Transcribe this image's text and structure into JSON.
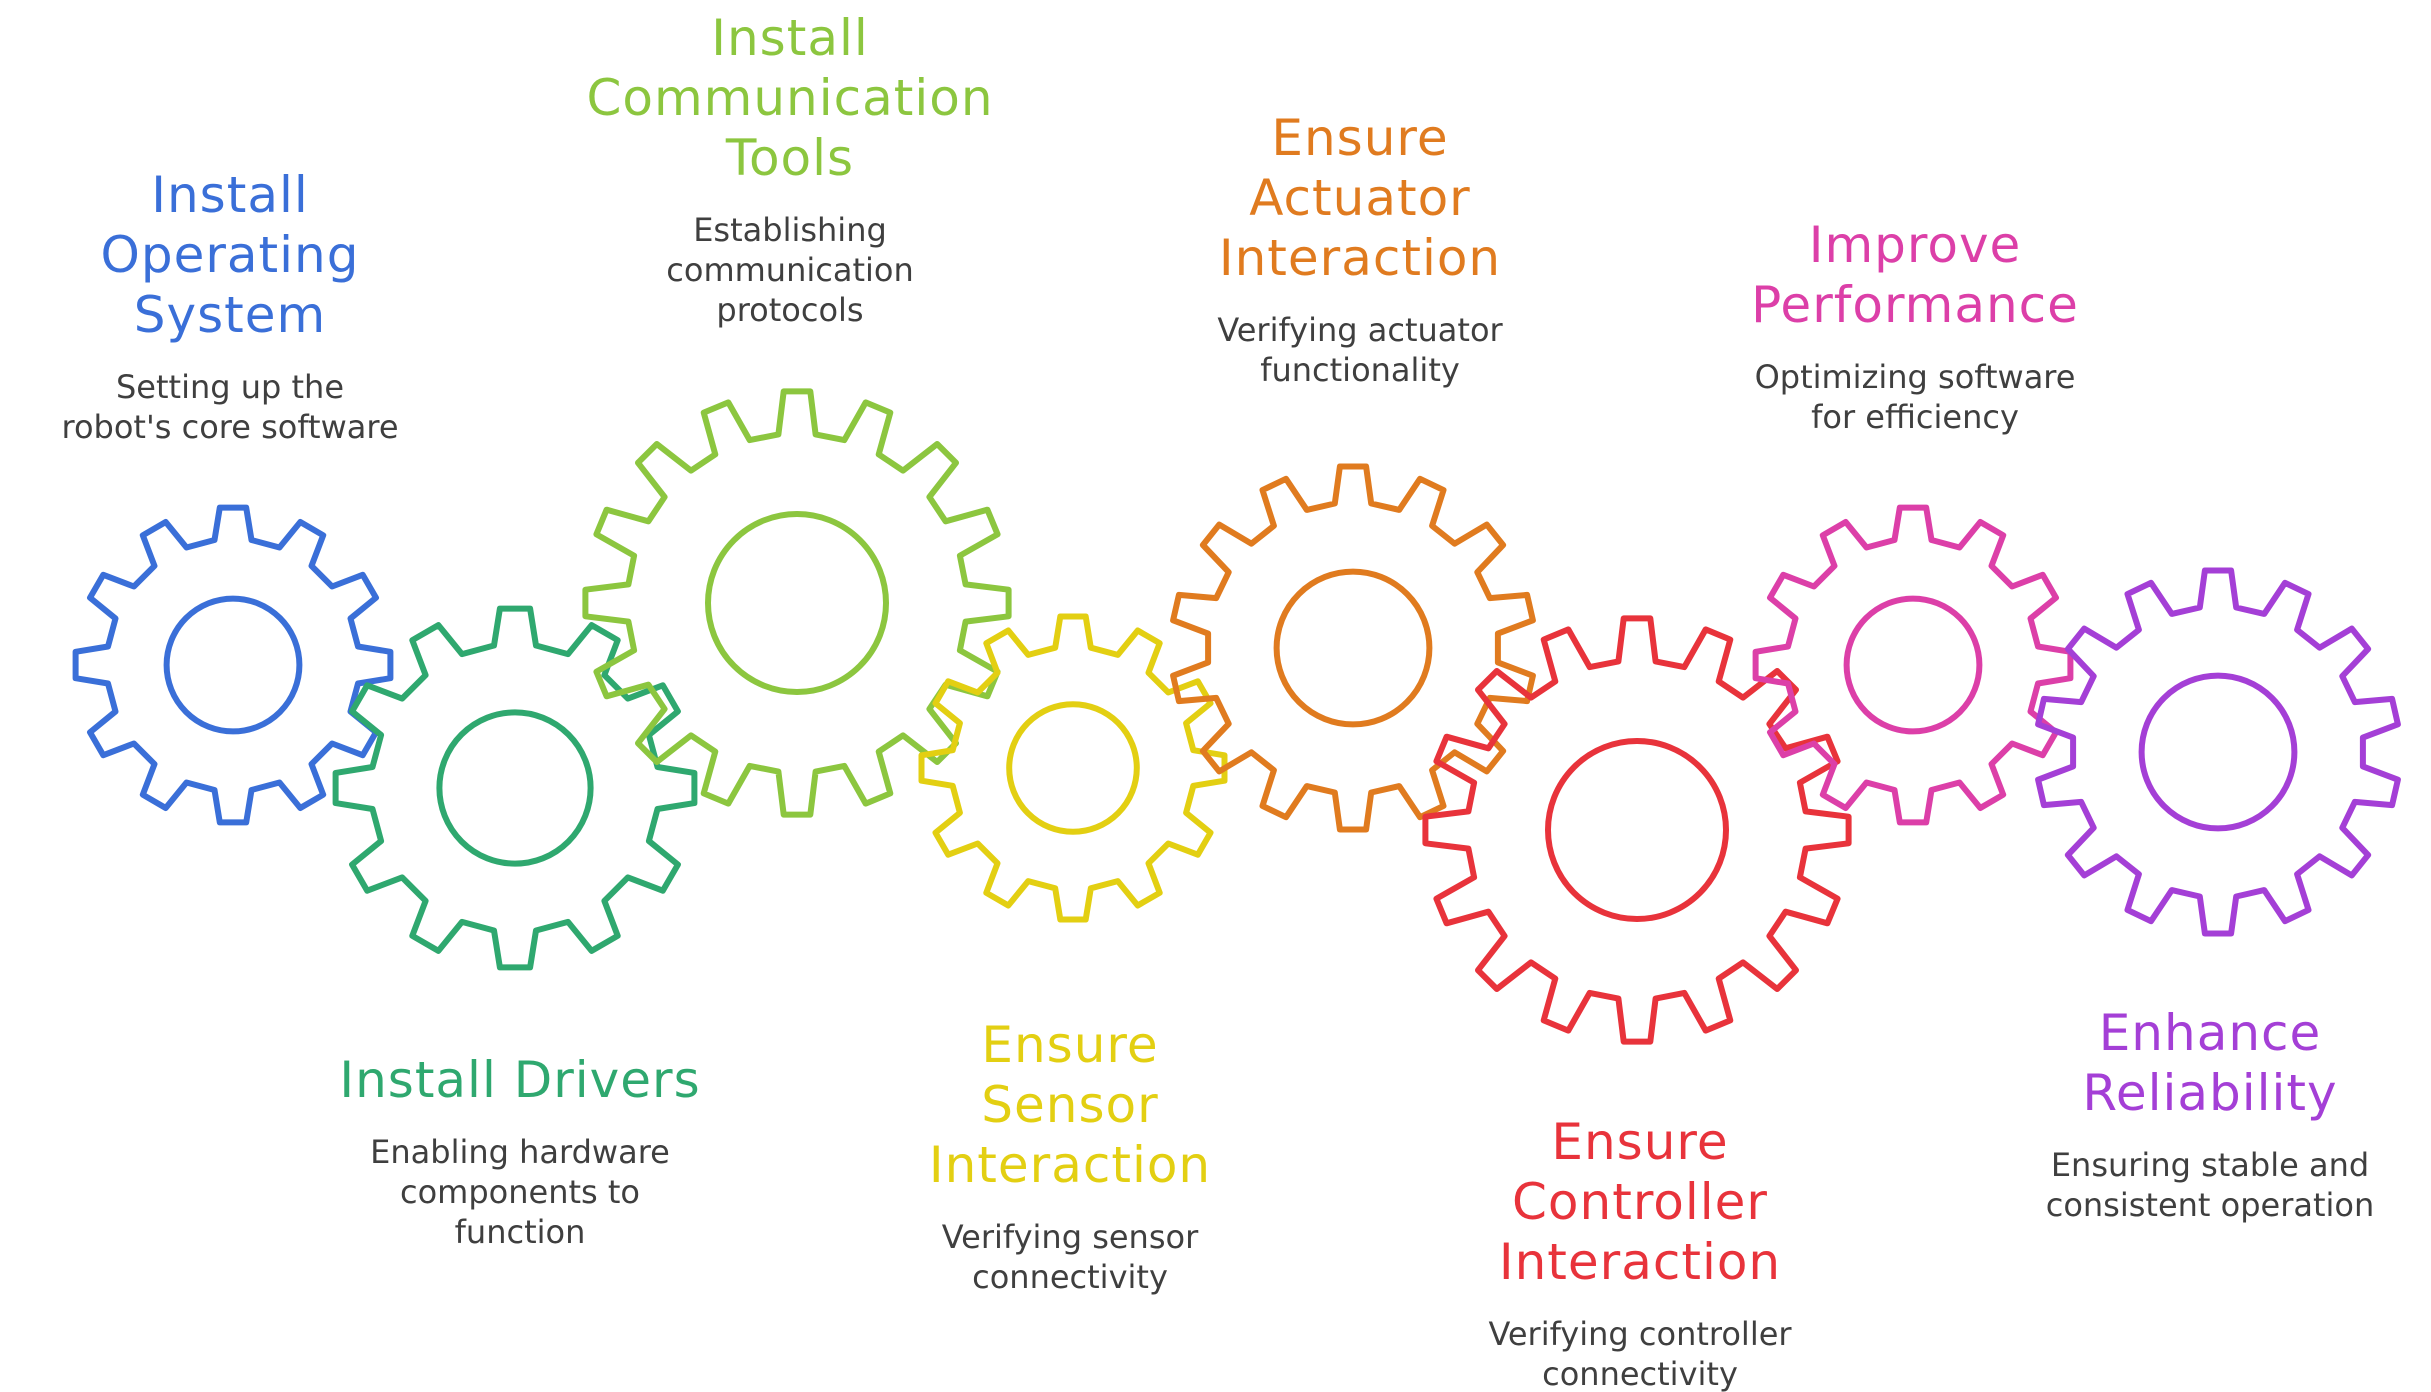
{
  "steps": [
    {
      "title": "Install\nOperating\nSystem",
      "description": "Setting up the\nrobot's core software",
      "color": "#3a6fd8",
      "icon": "gear-icon"
    },
    {
      "title": "Install Drivers",
      "description": "Enabling hardware\ncomponents to\nfunction",
      "color": "#2fa86f",
      "icon": "gear-icon"
    },
    {
      "title": "Install\nCommunication\nTools",
      "description": "Establishing\ncommunication\nprotocols",
      "color": "#8cc63f",
      "icon": "gear-icon"
    },
    {
      "title": "Ensure\nSensor\nInteraction",
      "description": "Verifying sensor\nconnectivity",
      "color": "#e3cf12",
      "icon": "gear-icon"
    },
    {
      "title": "Ensure\nActuator\nInteraction",
      "description": "Verifying actuator\nfunctionality",
      "color": "#e07b1f",
      "icon": "gear-icon"
    },
    {
      "title": "Ensure\nController\nInteraction",
      "description": "Verifying controller\nconnectivity",
      "color": "#e8333b",
      "icon": "gear-icon"
    },
    {
      "title": "Improve\nPerformance",
      "description": "Optimizing software\nfor efficiency",
      "color": "#dc3fa8",
      "icon": "gear-icon"
    },
    {
      "title": "Enhance\nReliability",
      "description": "Ensuring stable and\nconsistent operation",
      "color": "#a43fd6",
      "icon": "gear-icon"
    }
  ]
}
